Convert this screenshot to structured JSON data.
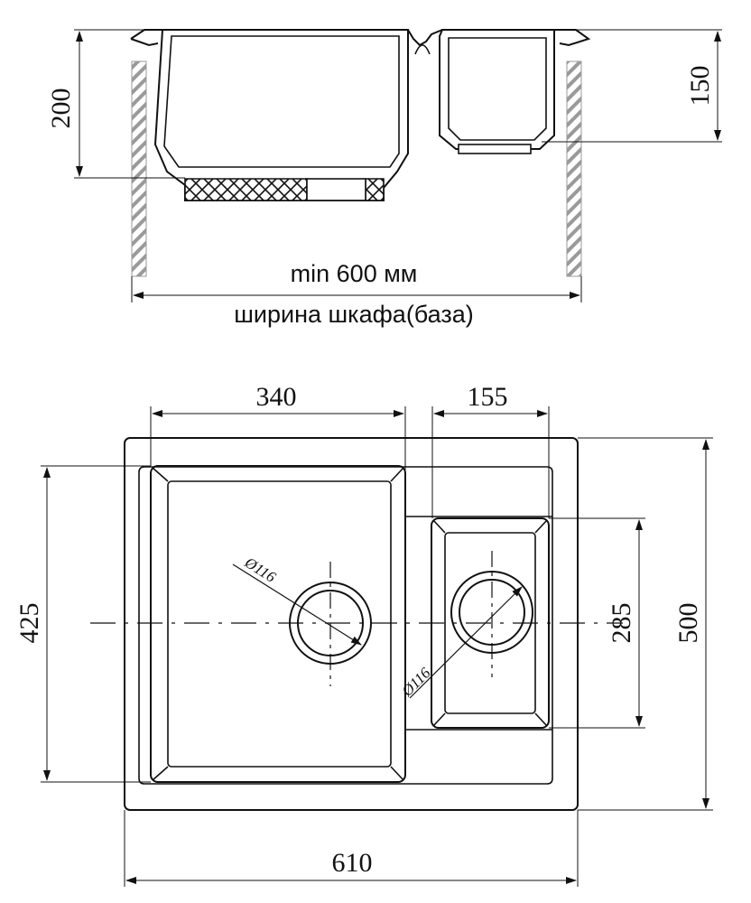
{
  "side_view": {
    "depth_left": "200",
    "depth_right": "150",
    "min_width": "min 600 мм",
    "cabinet_label": "ширина шкафа(база)"
  },
  "top_view": {
    "width_left_bowl": "340",
    "width_right_bowl": "155",
    "height_left_bowl": "425",
    "height_right_bowl": "285",
    "height_total": "500",
    "width_total": "610",
    "drain_left": "Ø116",
    "drain_right": "Ø116"
  },
  "colors": {
    "line": "#111111",
    "wall_stripe": "#9a9a9a"
  }
}
